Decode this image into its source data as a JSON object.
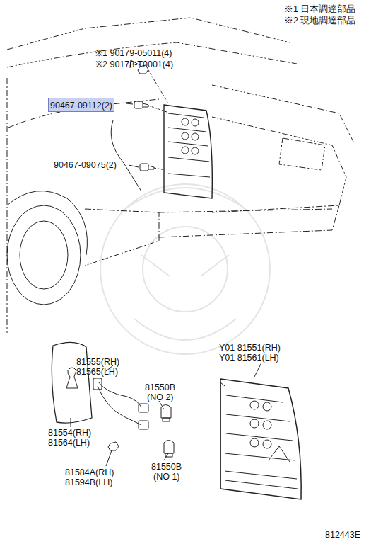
{
  "diagram": {
    "nodes": [
      {
        "text": [
          "90467-09112(2)"
        ]
      }
    ],
    "labels": [
      "※1 日本調達部品",
      "※2 現地調達部品",
      "※1 90179-05011(4)",
      "※2 90178-T0001(4)",
      "90467-09075(2)",
      "81555(RH)",
      "81565(LH)",
      "81550B",
      "(NO 2)",
      "Y01 81551(RH)",
      "Y01 81561(LH)",
      "81554(RH)",
      "81564(LH)",
      "81584A(RH)",
      "81594B(LH)",
      "81550B",
      "(NO 1)",
      "812443E"
    ]
  }
}
